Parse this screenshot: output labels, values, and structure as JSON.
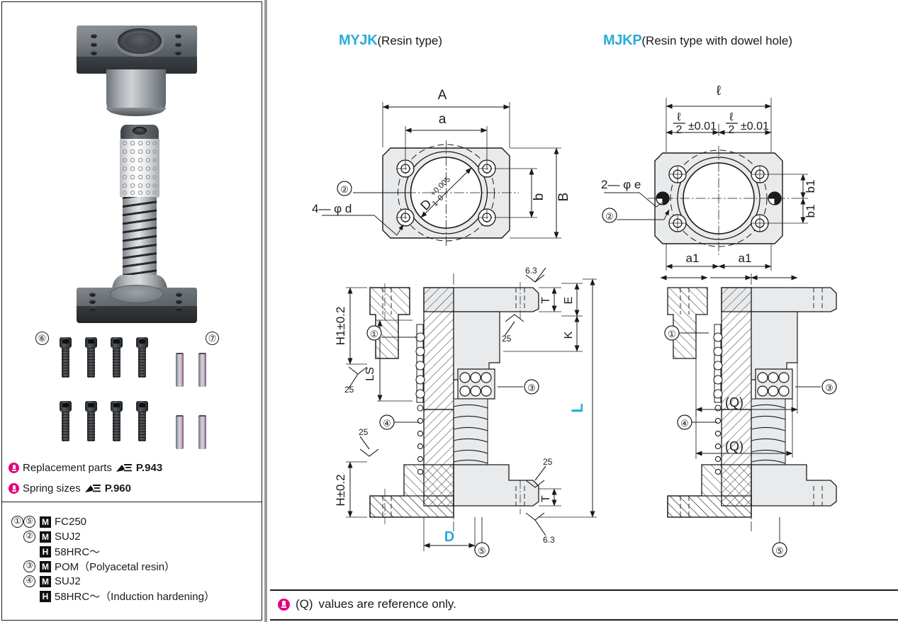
{
  "headings": {
    "myjk": {
      "code": "MYJK",
      "desc": "(Resin type)"
    },
    "mjkp": {
      "code": "MJKP",
      "desc": "(Resin type with dowel hole)"
    }
  },
  "colors": {
    "accent_blue": "#29abd8",
    "magenta": "#e5007f",
    "line": "#1a1a1a",
    "part_fill": "#e8eaec"
  },
  "photo": {
    "callout_screws": "⑦",
    "callout_screws_left": "⑥"
  },
  "references": [
    {
      "icon": "bulb-icon",
      "label": "Replacement parts",
      "page": "P.943"
    },
    {
      "icon": "bulb-icon",
      "label": "Spring sizes",
      "page": "P.960"
    }
  ],
  "materials": [
    {
      "nums": [
        "①",
        "⑤"
      ],
      "badge": "M",
      "text": "FC250"
    },
    {
      "nums": [
        "②"
      ],
      "badge": "M",
      "text": "SUJ2"
    },
    {
      "nums": [],
      "badge": "H",
      "text": "58HRC～"
    },
    {
      "nums": [
        "③"
      ],
      "badge": "M",
      "text": "POM（Polyacetal resin）"
    },
    {
      "nums": [
        "④"
      ],
      "badge": "M",
      "text": "SUJ2"
    },
    {
      "nums": [],
      "badge": "H",
      "text": "58HRC～（Induction hardening）"
    }
  ],
  "myjk_top_view": {
    "dim_overall_width": "A",
    "dim_hole_pitch_x": "a",
    "dim_overall_height": "B",
    "dim_hole_pitch_y": "b",
    "bore_label": "D",
    "bore_sub": "1",
    "bore_tol_upper": "+0.005",
    "bore_tol_lower": "0",
    "hole_note": "4— φ d",
    "callout_2": "②"
  },
  "mjkp_top_view": {
    "dim_overall": "ℓ",
    "dim_half_num": "ℓ",
    "dim_half_den": "2",
    "dim_half_tol": "±0.01",
    "dim_b1": "b1",
    "dim_a1": "a1",
    "dowel_note": "2— φ e",
    "callout_2": "②"
  },
  "myjk_section": {
    "dim_h1": "H1±0.2",
    "dim_h": "H±0.2",
    "dim_ls": "LS",
    "dim_t": "T",
    "dim_e": "E",
    "dim_k": "K",
    "dim_l": "L",
    "dim_d": "D",
    "finish_63": "6.3",
    "finish_25": "25",
    "callout_1": "①",
    "callout_3": "③",
    "callout_4": "④",
    "callout_5": "⑤"
  },
  "mjkp_section": {
    "dim_q": "(Q)",
    "callout_1": "①",
    "callout_3": "③",
    "callout_4": "④",
    "callout_5": "⑤"
  },
  "bottom_note": {
    "symbol": "(Q)",
    "text": "values are reference only."
  }
}
